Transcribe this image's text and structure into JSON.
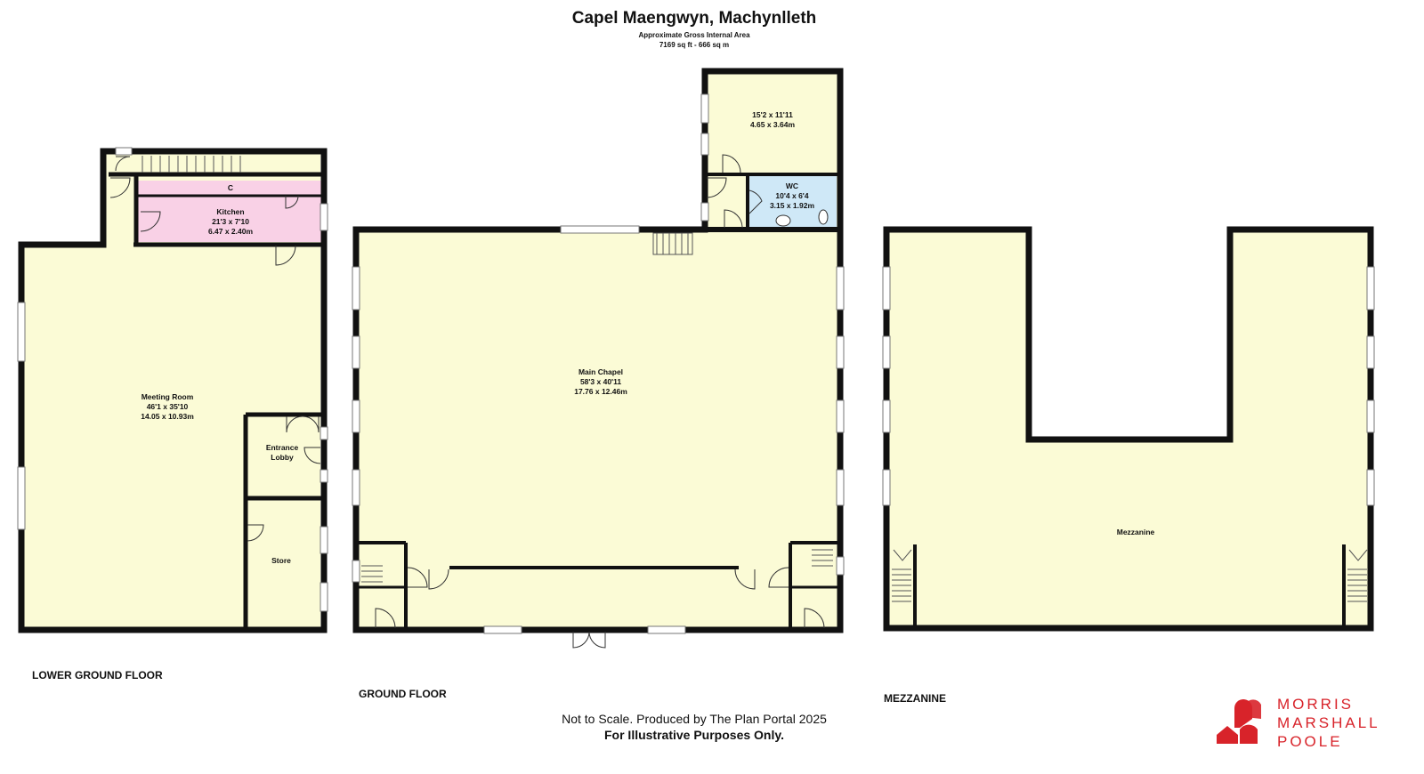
{
  "header": {
    "title": "Capel Maengwyn, Machynlleth",
    "subtitle": "Approximate Gross Internal Area",
    "area": "7169 sq ft - 666 sq m"
  },
  "floors": {
    "lower_ground": {
      "label": "LOWER GROUND FLOOR",
      "rooms": {
        "meeting_room": {
          "name": "Meeting Room",
          "imperial": "46'1 x 35'10",
          "metric": "14.05 x 10.93m"
        },
        "kitchen": {
          "name": "Kitchen",
          "imperial": "21'3 x 7'10",
          "metric": "6.47 x 2.40m"
        },
        "cupboard": {
          "name": "C"
        },
        "entrance_lobby": {
          "name_line1": "Entrance",
          "name_line2": "Lobby"
        },
        "store": {
          "name": "Store"
        }
      }
    },
    "ground": {
      "label": "GROUND FLOOR",
      "rooms": {
        "main_chapel": {
          "name": "Main Chapel",
          "imperial": "58'3 x 40'11",
          "metric": "17.76 x 12.46m"
        },
        "room_top": {
          "imperial": "15'2 x 11'11",
          "metric": "4.65 x 3.64m"
        },
        "wc": {
          "name": "WC",
          "imperial": "10'4 x 6'4",
          "metric": "3.15 x 1.92m"
        }
      }
    },
    "mezzanine": {
      "label": "MEZZANINE",
      "rooms": {
        "mezzanine": {
          "name": "Mezzanine"
        }
      }
    }
  },
  "footer": {
    "line1": "Not to Scale. Produced by The Plan Portal 2025",
    "line2": "For Illustrative Purposes Only."
  },
  "logo": {
    "line1": "MORRIS",
    "line2": "MARSHALL",
    "line3": "POOLE",
    "color": "#d8232a"
  },
  "colors": {
    "room_fill": "#fbfbd6",
    "kitchen_fill": "#f9d1e6",
    "wc_fill": "#cfe8f7",
    "wall": "#111111"
  }
}
